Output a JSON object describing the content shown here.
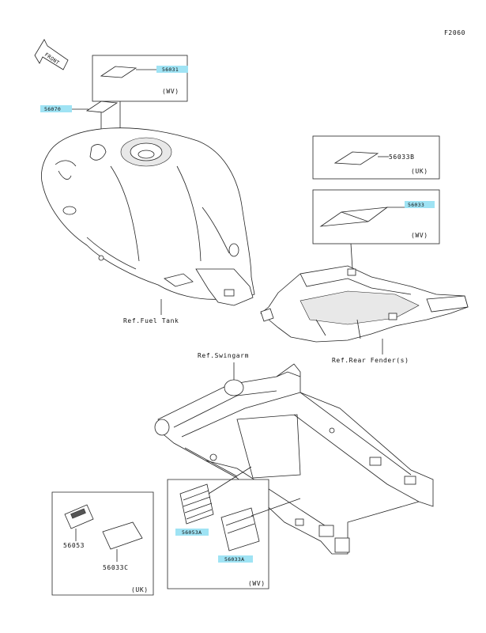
{
  "figure_id": "F2060",
  "front_arrow": "FRONT",
  "labels": {
    "p56031": "56031",
    "wv1": "(WV)",
    "p56070": "56070",
    "p56033b": "56033B",
    "uk1": "(UK)",
    "p56033": "56033",
    "wv2": "(WV)",
    "ref_fuel_tank": "Ref.Fuel Tank",
    "ref_rear_fender": "Ref.Rear Fender(s)",
    "ref_swingarm": "Ref.Swingarm",
    "p56053": "56053",
    "p56033c": "56033C",
    "uk2": "(UK)",
    "p56053a": "56053A",
    "p56033a": "56033A",
    "wv3": "(WV)"
  },
  "highlight_color": "#9fe3f4"
}
